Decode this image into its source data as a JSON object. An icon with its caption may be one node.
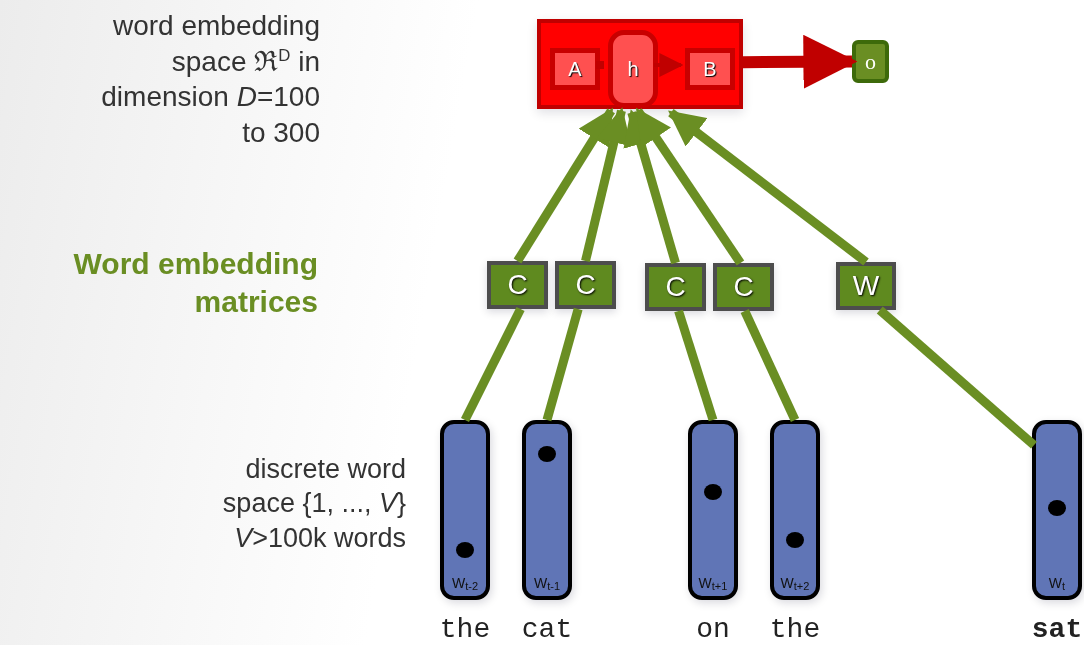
{
  "diagram": {
    "nodes": [
      {
        "text": [],
        "shape": "box"
      },
      {
        "text": [
          "A"
        ],
        "in": 0
      },
      {
        "text": [
          "h"
        ],
        "in": 0
      },
      {
        "text": [
          "B"
        ],
        "in": 0
      },
      {
        "text": [
          "o"
        ]
      },
      {
        "text": [
          "C"
        ]
      },
      {
        "text": [
          "C"
        ]
      },
      {
        "text": [
          "C"
        ]
      },
      {
        "text": [
          "C"
        ]
      },
      {
        "text": [
          "W"
        ]
      },
      {
        "text": [
          "W$_{t-2}$"
        ],
        "beside": [
          "the"
        ]
      },
      {
        "text": [
          "W$_{t-1}$"
        ],
        "beside": [
          "cat"
        ]
      },
      {
        "text": [
          "W$_{t+1}$"
        ],
        "beside": [
          "on"
        ]
      },
      {
        "text": [
          "W$_{t+2}$"
        ],
        "beside": [
          "the"
        ]
      },
      {
        "text": [
          "W$_{t}$"
        ],
        "beside": [
          "sat"
        ]
      }
    ],
    "edges": [
      {
        "from": 1,
        "to": 2,
        "arrow": "none",
        "color": "#c00000"
      },
      {
        "from": 2,
        "to": 3,
        "arrow": "to",
        "color": "#c00000"
      },
      {
        "from": 0,
        "to": 4,
        "arrow": "to",
        "color": "#c00000"
      },
      {
        "from": 5,
        "to": 0,
        "arrow": "to"
      },
      {
        "from": 6,
        "to": 0,
        "arrow": "to"
      },
      {
        "from": 7,
        "to": 0,
        "arrow": "to"
      },
      {
        "from": 8,
        "to": 0,
        "arrow": "to"
      },
      {
        "from": 9,
        "to": 0,
        "arrow": "to"
      },
      {
        "from": 10,
        "to": 5,
        "arrow": "none"
      },
      {
        "from": 11,
        "to": 6,
        "arrow": "none"
      },
      {
        "from": 12,
        "to": 7,
        "arrow": "none"
      },
      {
        "from": 13,
        "to": 8,
        "arrow": "none"
      },
      {
        "from": 14,
        "to": 9,
        "arrow": "none"
      }
    ],
    "labels": [
      "word embedding space ℜ$^{D}$ in dimension *D*=100 to 300",
      "Word embedding matrices",
      "discrete word space {1, ..., *V*} *V*>100k words"
    ]
  }
}
